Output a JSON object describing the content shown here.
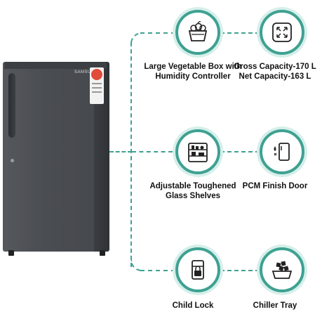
{
  "product": {
    "brand_text": "SAMSUNG"
  },
  "features": [
    {
      "label": "Large Vegetable Box with\nHumidity Controller",
      "icon": "vegetable-box-icon"
    },
    {
      "label": "Gross Capacity-170 L\nNet Capacity-163 L",
      "icon": "capacity-icon"
    },
    {
      "label": "Adjustable Toughened\nGlass Shelves",
      "icon": "glass-shelves-icon"
    },
    {
      "label": "PCM Finish Door",
      "icon": "pcm-door-icon"
    },
    {
      "label": "Child Lock",
      "icon": "child-lock-icon"
    },
    {
      "label": "Chiller Tray",
      "icon": "chiller-tray-icon"
    }
  ],
  "colors": {
    "accent": "#3fa192",
    "accent_light": "#d6efea",
    "fridge_body": "#4a4d52"
  }
}
